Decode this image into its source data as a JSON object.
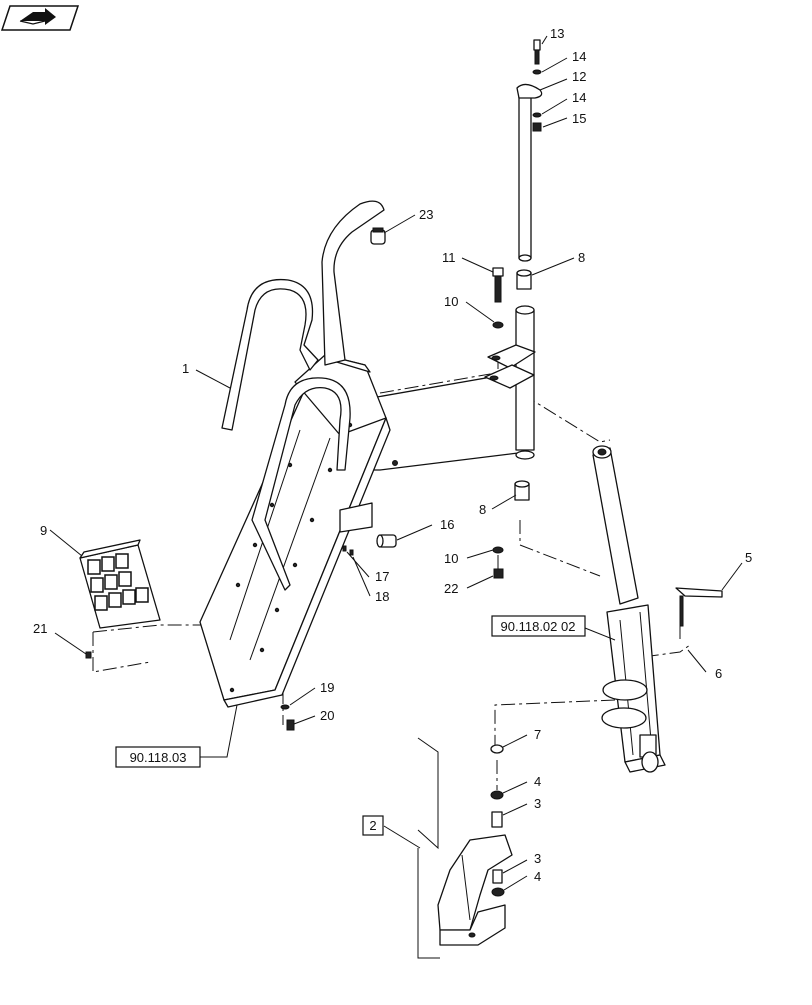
{
  "nav_icon": {
    "name": "book-arrow-icon"
  },
  "callouts": {
    "c1": "1",
    "c2": "2",
    "c3a": "3",
    "c3b": "3",
    "c4a": "4",
    "c4b": "4",
    "c5": "5",
    "c6": "6",
    "c7": "7",
    "c8a": "8",
    "c8b": "8",
    "c9": "9",
    "c10a": "10",
    "c10b": "10",
    "c11": "11",
    "c12": "12",
    "c13": "13",
    "c14a": "14",
    "c14b": "14",
    "c15": "15",
    "c16": "16",
    "c17": "17",
    "c18": "18",
    "c19": "19",
    "c20": "20",
    "c21": "21",
    "c22": "22",
    "c23": "23"
  },
  "references": {
    "ref_center": "90.118.02 02",
    "ref_left": "90.118.03"
  }
}
